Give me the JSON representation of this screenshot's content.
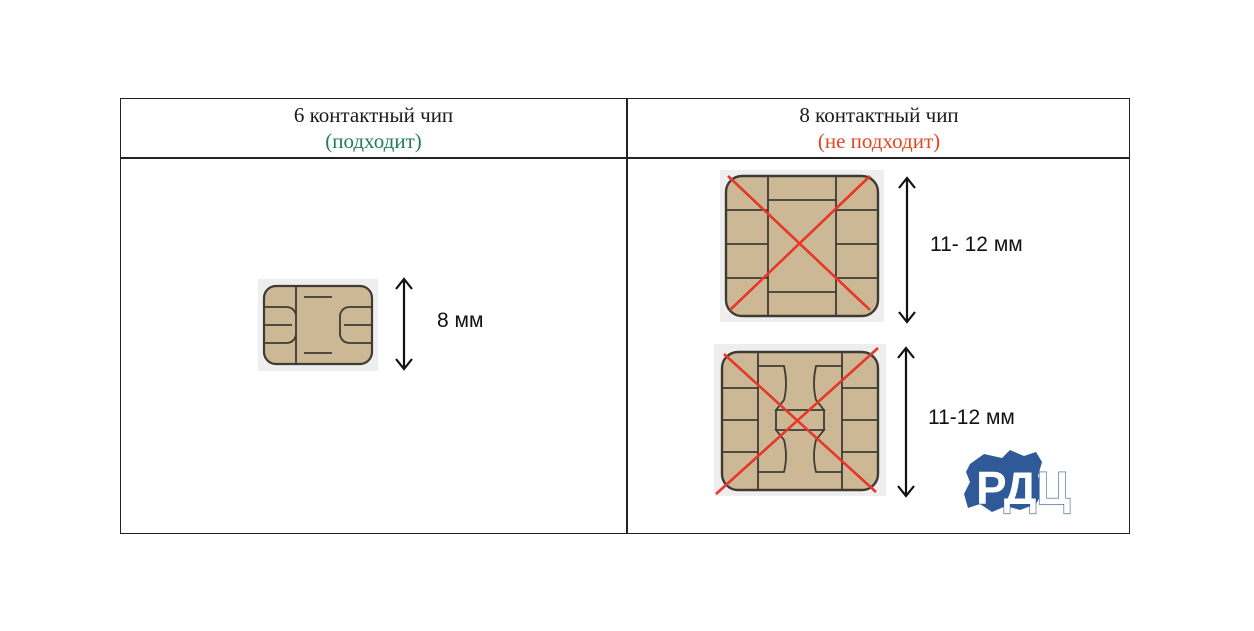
{
  "table": {
    "columns": [
      {
        "title": "6 контактный чип",
        "status": "(подходит)",
        "status_color": "#1e7d5a",
        "chips": [
          {
            "size_label": "8 мм",
            "contacts": 6,
            "suitable": true
          }
        ]
      },
      {
        "title": "8 контактный чип",
        "status": "(не подходит)",
        "status_color": "#e0481f",
        "chips": [
          {
            "size_label": "11- 12 мм",
            "contacts": 8,
            "suitable": false
          },
          {
            "size_label": "11-12 мм",
            "contacts": 8,
            "suitable": false
          }
        ]
      }
    ]
  },
  "logo": {
    "text": "РДЦ",
    "color": "#2f5a97"
  },
  "colors": {
    "chip_gold": "#cdb896",
    "chip_line": "#3e3a34",
    "cross": "#e6372a"
  },
  "icons": [
    "double-arrow-icon",
    "cross-mark-icon"
  ]
}
